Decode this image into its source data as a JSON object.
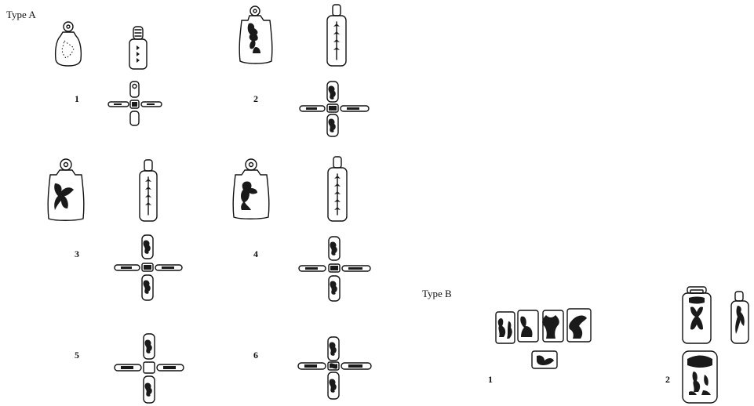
{
  "type_a": {
    "heading": "Type A",
    "items": [
      {
        "number": "1"
      },
      {
        "number": "2"
      },
      {
        "number": "3"
      },
      {
        "number": "4"
      },
      {
        "number": "5"
      },
      {
        "number": "6"
      }
    ]
  },
  "type_b": {
    "heading": "Type B",
    "items": [
      {
        "number": "1"
      },
      {
        "number": "2"
      }
    ]
  }
}
